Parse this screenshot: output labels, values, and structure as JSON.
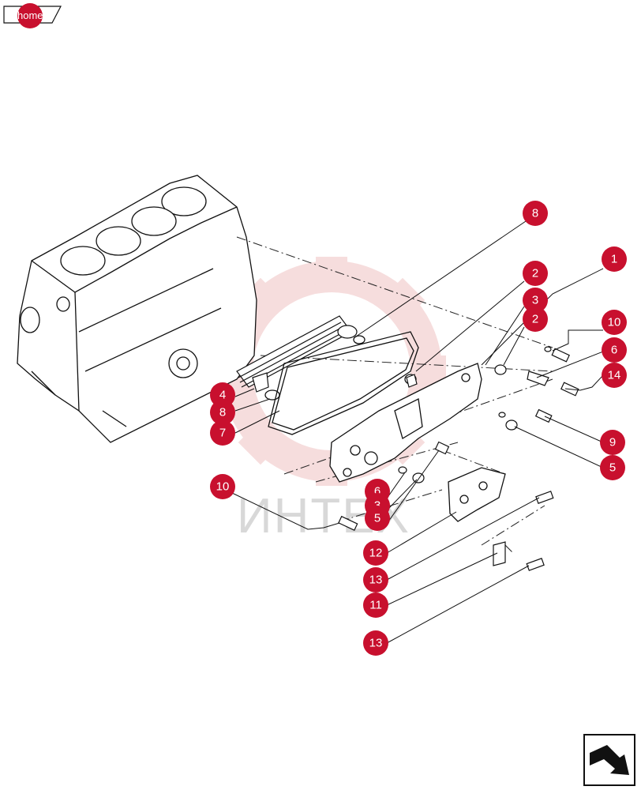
{
  "nav": {
    "home_label": "home"
  },
  "watermark": {
    "text": "ИНТЕХ"
  },
  "callouts": [
    {
      "label": "8"
    },
    {
      "label": "1"
    },
    {
      "label": "2"
    },
    {
      "label": "3"
    },
    {
      "label": "2"
    },
    {
      "label": "10"
    },
    {
      "label": "6"
    },
    {
      "label": "14"
    },
    {
      "label": "4"
    },
    {
      "label": "8"
    },
    {
      "label": "7"
    },
    {
      "label": "9"
    },
    {
      "label": "5"
    },
    {
      "label": "10"
    },
    {
      "label": "6"
    },
    {
      "label": "3"
    },
    {
      "label": "5"
    },
    {
      "label": "12"
    },
    {
      "label": "13"
    },
    {
      "label": "11"
    },
    {
      "label": "13"
    }
  ],
  "colors": {
    "callout": "#c8102e",
    "line": "#1a1a1a",
    "watermark": "#e8a0a0"
  },
  "icons": {
    "home": "home-tab-icon",
    "next": "next-page-arrow-icon"
  }
}
